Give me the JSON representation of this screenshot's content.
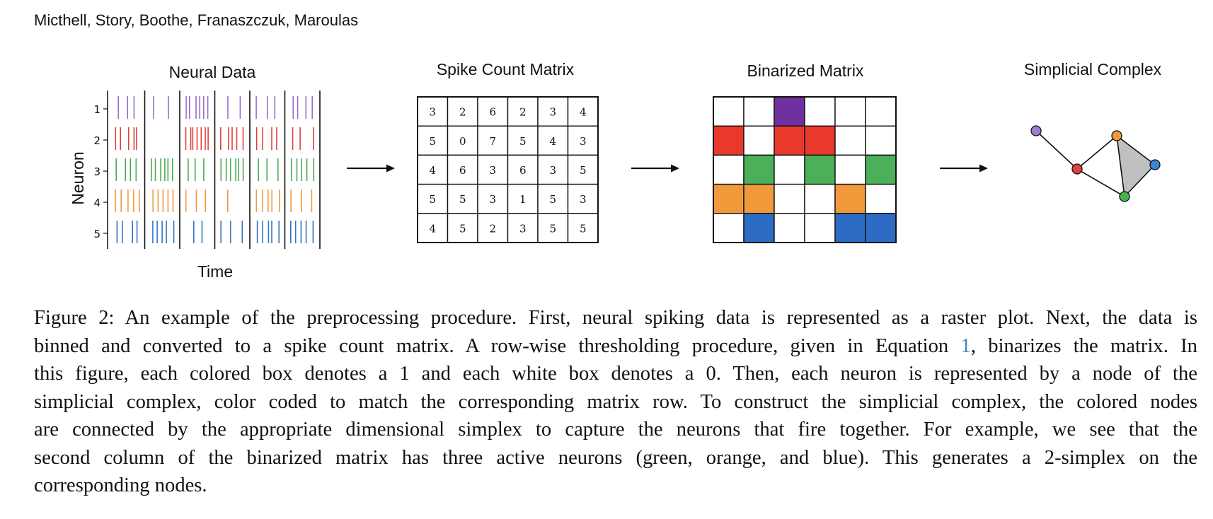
{
  "header": {
    "authors": "Micthell, Story, Boothe, Franaszczuk, Maroulas"
  },
  "panels": {
    "raster_title": "Neural Data",
    "count_title": "Spike Count Matrix",
    "binary_title": "Binarized Matrix",
    "complex_title": "Simplicial Complex"
  },
  "raster": {
    "ylabel": "Neuron",
    "xlabel": "Time",
    "neuron_labels": [
      "1",
      "2",
      "3",
      "4",
      "5"
    ],
    "neuron_colors": [
      "#9a6ecf",
      "#e0403a",
      "#4caa55",
      "#f09a3c",
      "#3575c0"
    ],
    "bins": 6
  },
  "spike_count_matrix": [
    [
      3,
      2,
      6,
      2,
      3,
      4
    ],
    [
      5,
      0,
      7,
      5,
      4,
      3
    ],
    [
      4,
      6,
      3,
      6,
      3,
      5
    ],
    [
      5,
      5,
      3,
      1,
      5,
      3
    ],
    [
      4,
      5,
      2,
      3,
      5,
      5
    ]
  ],
  "binarized_matrix": [
    [
      0,
      0,
      1,
      0,
      0,
      0
    ],
    [
      1,
      0,
      1,
      1,
      0,
      0
    ],
    [
      0,
      1,
      0,
      1,
      0,
      1
    ],
    [
      1,
      1,
      0,
      0,
      1,
      0
    ],
    [
      0,
      1,
      0,
      0,
      1,
      1
    ]
  ],
  "row_colors": [
    "#7030a0",
    "#e8392b",
    "#4caf5a",
    "#f09a3c",
    "#2c6cc4"
  ],
  "simplicial_complex": {
    "node_colors": [
      "#9a7fd0",
      "#e04040",
      "#4caf50",
      "#f09a3c",
      "#3a85cc"
    ],
    "face_color": "#c0c0c0"
  },
  "caption": {
    "lines": [
      "Figure 2: An example of the preprocessing procedure. First, neural spiking data is represented as a raster plot. Next, the data is",
      "binned and converted to a spike count matrix. A row-wise thresholding procedure, given in Equation ",
      ", binarizes the matrix. In",
      "this figure, each colored box denotes a 1 and each white box denotes a 0. Then, each neuron is represented by a node of the",
      "simplicial complex, color coded to match the corresponding matrix row. To construct the simplicial complex, the colored nodes",
      "are connected by the appropriate dimensional simplex to capture the neurons that fire together. For example, we see that the",
      "second column of the binarized matrix has three active neurons (green, orange, and blue). This generates a 2-simplex on the",
      "corresponding nodes."
    ],
    "equation_ref": "1"
  }
}
